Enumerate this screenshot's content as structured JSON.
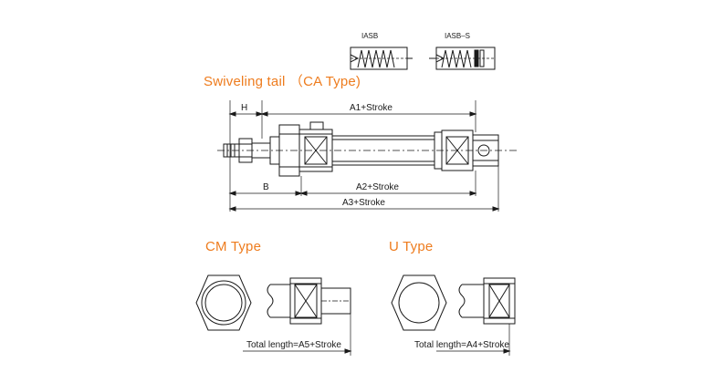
{
  "sensors": {
    "left_label": "IASB",
    "right_label": "IASB–S"
  },
  "headings": {
    "swivel": "Swiveling tail （CA Type)",
    "cm": "CM Type",
    "u": "U Type"
  },
  "ca_dimensions": {
    "h": "H",
    "a1": "A1+Stroke",
    "b": "B",
    "a2": "A2+Stroke",
    "a3": "A3+Stroke"
  },
  "cm_type": {
    "total_length": "Total length=A5+Stroke"
  },
  "u_type": {
    "total_length": "Total length=A4+Stroke"
  },
  "colors": {
    "heading_accent": "#ee7c1e",
    "line": "#1a1a1a"
  }
}
